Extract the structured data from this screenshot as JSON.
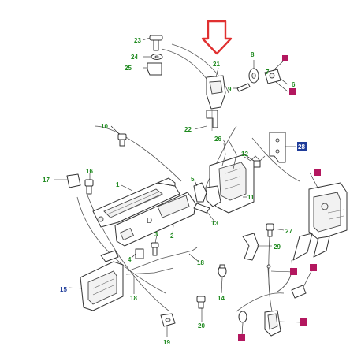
{
  "colors": {
    "callout_default": "#1f8a1f",
    "callout_blue": "#1f3c9a",
    "arrow_red": "#e03030",
    "marker_magenta": "#b3175f",
    "line": "#333333"
  },
  "callouts": {
    "c1": "1",
    "c2": "2",
    "c3": "3",
    "c4": "4",
    "c5": "5",
    "c6": "6",
    "c7": "7",
    "c8": "8",
    "c9": "9",
    "c10": "10",
    "c11": "11",
    "c12": "12",
    "c13": "13",
    "c14": "14",
    "c15": "15",
    "c16": "16",
    "c17": "17",
    "c18a": "18",
    "c18b": "18",
    "c19": "19",
    "c20": "20",
    "c21": "21",
    "c22": "22",
    "c23": "23",
    "c24": "24",
    "c25": "25",
    "c26": "26",
    "c27": "27",
    "c28": "28",
    "c29": "29"
  },
  "panel_letter": "D",
  "icons": {
    "pointer": "down-arrow-icon",
    "marker": "square-marker-icon"
  }
}
